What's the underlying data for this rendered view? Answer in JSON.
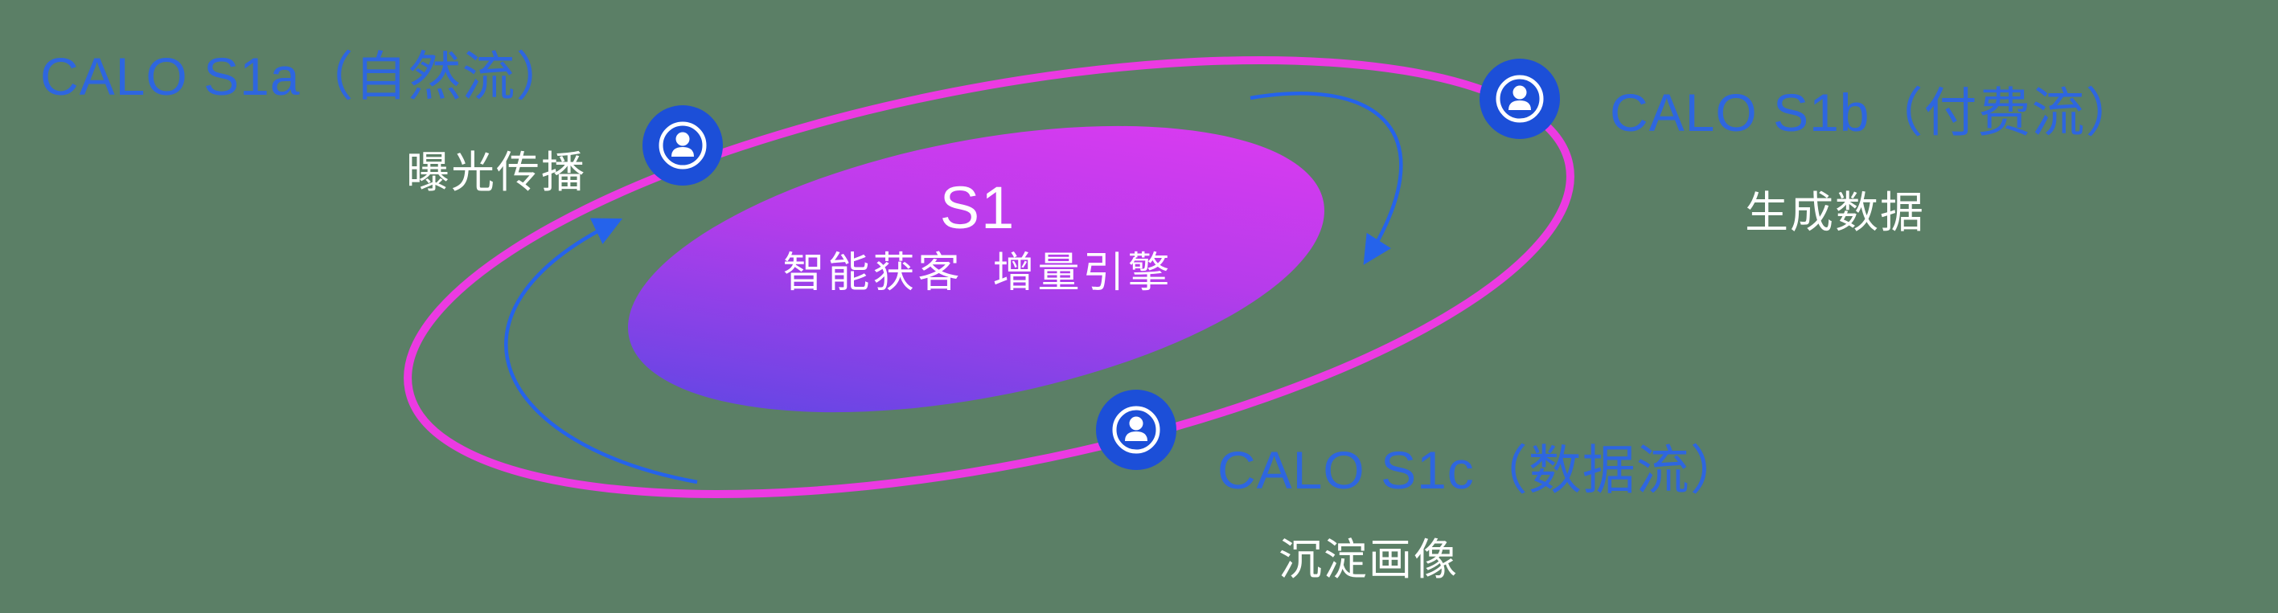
{
  "background_color": "#5b7f66",
  "colors": {
    "label_blue": "#2e66df",
    "badge_blue": "#1c4fd8",
    "orbit_ring_magenta": "#ec3ae2",
    "core_gradient_start": "#4d49e2",
    "core_gradient_end": "#e63af2",
    "arrow_blue": "#2563eb",
    "text_white": "#ffffff"
  },
  "center": {
    "title": "S1",
    "subtitle": "智能获客  增量引擎"
  },
  "nodes": [
    {
      "label": "CALO S1a（自然流）",
      "sublabel": "曝光传播",
      "icon": "person-badge-icon"
    },
    {
      "label": "CALO S1b（付费流）",
      "sublabel": "生成数据",
      "icon": "person-badge-icon"
    },
    {
      "label": "CALO S1c（数据流）",
      "sublabel": "沉淀画像",
      "icon": "person-badge-icon"
    }
  ]
}
